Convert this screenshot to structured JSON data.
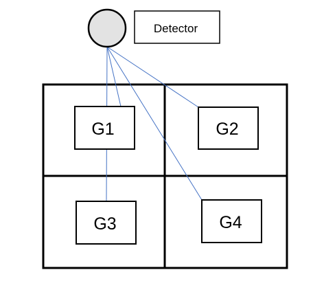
{
  "detector": {
    "label": "Detector",
    "fill_color": "#e3e3e3"
  },
  "connector_color": "#4472c4",
  "groups": [
    {
      "id": "g1",
      "label": "G1"
    },
    {
      "id": "g2",
      "label": "G2"
    },
    {
      "id": "g3",
      "label": "G3"
    },
    {
      "id": "g4",
      "label": "G4"
    }
  ]
}
